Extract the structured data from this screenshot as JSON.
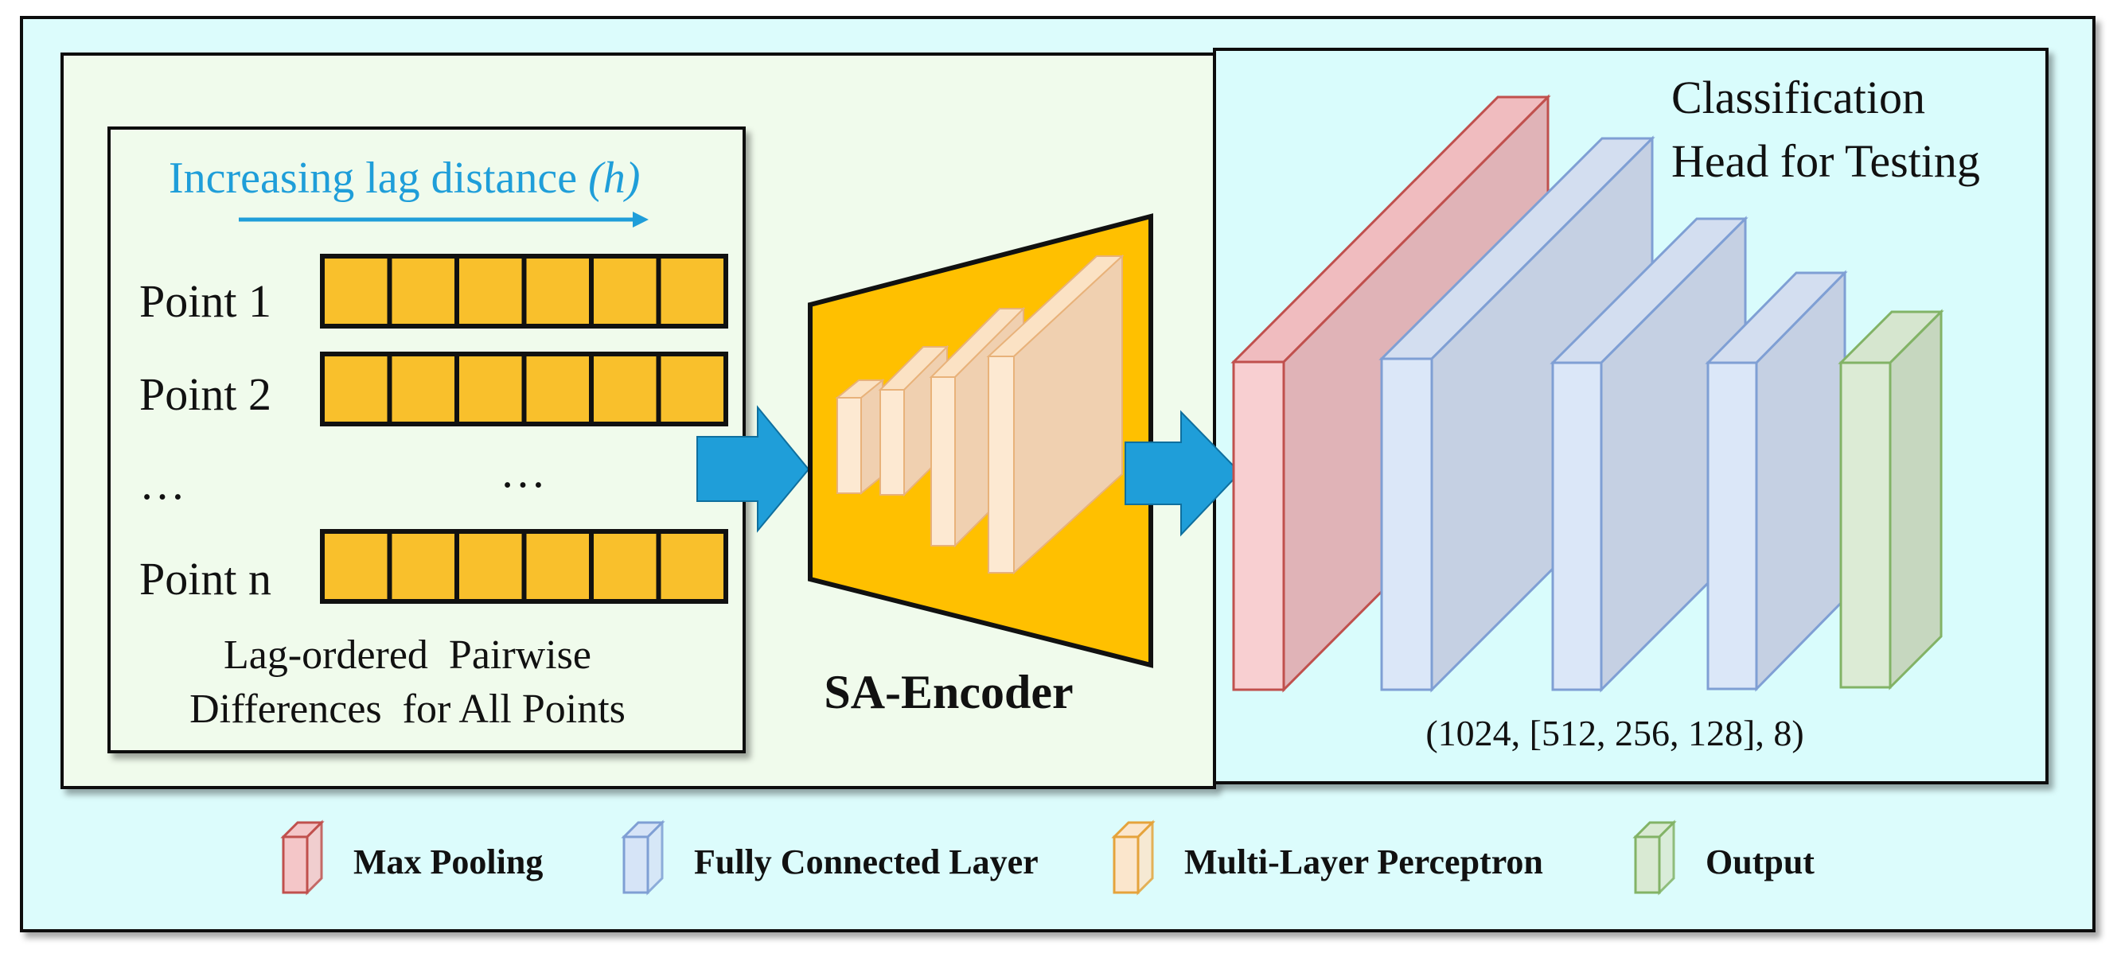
{
  "input_panel": {
    "lag_label": "Increasing lag distance ",
    "lag_symbol": "(h)",
    "rows": [
      {
        "label": "Point 1",
        "cells": 6
      },
      {
        "label": "Point 2",
        "cells": 6
      },
      {
        "label": "Point n",
        "cells": 6
      }
    ],
    "ellipsis_left": "…",
    "ellipsis_mid": "…",
    "caption_line1": "Lag-ordered  Pairwise",
    "caption_line2": "Differences  for All Points"
  },
  "encoder": {
    "label": "SA-Encoder"
  },
  "head": {
    "title_line1": "Classification",
    "title_line2": "Head for Testing",
    "dims": "(1024, [512, 256, 128], 8)"
  },
  "legend": [
    {
      "label": "Max Pooling",
      "fill": "#f4c6c8",
      "stroke": "#c0504d",
      "icon": "red-block-icon"
    },
    {
      "label": "Fully Connected Layer",
      "fill": "#d6e4f7",
      "stroke": "#7f9fd4",
      "icon": "blue-block-icon"
    },
    {
      "label": "Multi-Layer Perceptron",
      "fill": "#fbe6cc",
      "stroke": "#e5a33b",
      "icon": "orange-block-icon"
    },
    {
      "label": "Output",
      "fill": "#d9ead3",
      "stroke": "#82b366",
      "icon": "green-block-icon"
    }
  ],
  "colors": {
    "outer_bg": "#dcfcfc",
    "left_bg": "#f0fbec",
    "right_bg": "#d9fcfc",
    "cell_fill": "#f9c02c",
    "arrow": "#1f9ed9",
    "lag_text": "#1f9ed9",
    "encoder_fill": "#ffc000"
  }
}
